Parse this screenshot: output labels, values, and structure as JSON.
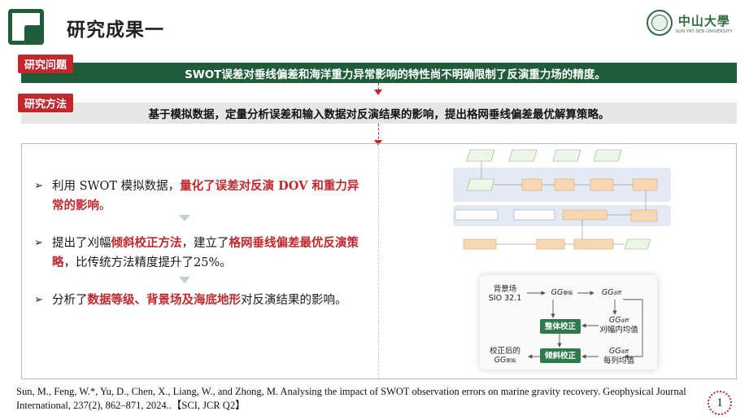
{
  "header": {
    "title": "研究成果一",
    "university_name": "中山大學",
    "university_en": "SUN YAT-SEN UNIVERSITY"
  },
  "question": {
    "label": "研究问题",
    "text": "SWOT误差对垂线偏差和海洋重力异常影响的特性尚不明确限制了反演重力场的精度。"
  },
  "method": {
    "label": "研究方法",
    "text": "基于模拟数据，定量分析误差和输入数据对反演结果的影响，提出格网垂线偏差最优解算策略。"
  },
  "bullets": [
    {
      "plain": "利用 SWOT 模拟数据，",
      "highlight": "量化了误差对反演 DOV 和重力异常的影响",
      "tail": "。"
    },
    {
      "plain": "提出了刈幅",
      "highlight": "倾斜校正方法",
      "mid": "，建立了",
      "highlight2": "格网垂线偏差最优反演策略",
      "tail": "，比传统方法精度提升了25%。"
    },
    {
      "plain": "分析了",
      "highlight": "数据等级、背景场及海底地形",
      "tail": "对反演结果的影响。"
    }
  ],
  "flow2": {
    "background": "背景场",
    "background_model": "SIO 32.1",
    "gg_raw": "GG",
    "gg_raw_sub": "原始",
    "gg_diff": "GG",
    "gg_diff_sub": "diff",
    "swath_mean_label": "刈幅内均值",
    "column_mean_label": "每列均值",
    "overall_correction": "整体校正",
    "tilt_correction": "倾斜校正",
    "corrected_label": "校正后的",
    "gg_corrected": "GG",
    "gg_corrected_sub": "原始"
  },
  "citation": "Sun, M., Feng, W.*, Yu, D., Chen, X., Liang, W., and Zhong, M. Analysing the impact of SWOT observation errors on marine gravity recovery. Geophysical Journal International, 237(2), 862–871, 2024..【SCI, JCR Q2】",
  "page_number": "1",
  "colors": {
    "accent_red": "#c0282d",
    "brand_green": "#1f5d3a",
    "flow_green": "#2f7a4a"
  }
}
